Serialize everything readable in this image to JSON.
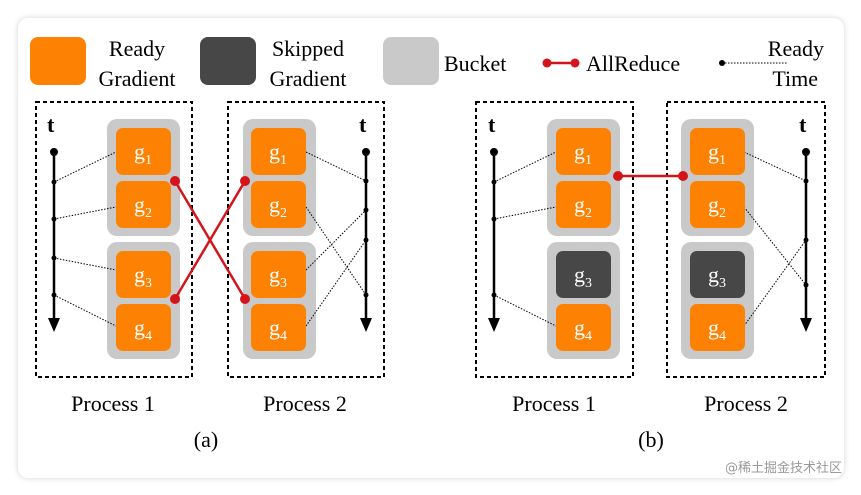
{
  "legend": {
    "ready_gradient": [
      "Ready",
      "Gradient"
    ],
    "skipped_gradient": [
      "Skipped",
      "Gradient"
    ],
    "bucket": "Bucket",
    "allreduce": "AllReduce",
    "ready_time": [
      "Ready",
      "Time"
    ]
  },
  "colors": {
    "ready": "#fd8204",
    "skipped": "#474747",
    "bucket": "#c9c9c9",
    "allreduce": "#d4141b",
    "process_border": "#000000"
  },
  "time_label": "t",
  "panels": [
    {
      "caption": "(a)",
      "processes": [
        {
          "label": "Process 1",
          "gradients": [
            {
              "name": "g",
              "sub": "1",
              "state": "ready"
            },
            {
              "name": "g",
              "sub": "2",
              "state": "ready"
            },
            {
              "name": "g",
              "sub": "3",
              "state": "ready"
            },
            {
              "name": "g",
              "sub": "4",
              "state": "ready"
            }
          ]
        },
        {
          "label": "Process 2",
          "gradients": [
            {
              "name": "g",
              "sub": "1",
              "state": "ready"
            },
            {
              "name": "g",
              "sub": "2",
              "state": "ready"
            },
            {
              "name": "g",
              "sub": "3",
              "state": "ready"
            },
            {
              "name": "g",
              "sub": "4",
              "state": "ready"
            }
          ]
        }
      ]
    },
    {
      "caption": "(b)",
      "processes": [
        {
          "label": "Process 1",
          "gradients": [
            {
              "name": "g",
              "sub": "1",
              "state": "ready"
            },
            {
              "name": "g",
              "sub": "2",
              "state": "ready"
            },
            {
              "name": "g",
              "sub": "3",
              "state": "skipped"
            },
            {
              "name": "g",
              "sub": "4",
              "state": "ready"
            }
          ]
        },
        {
          "label": "Process 2",
          "gradients": [
            {
              "name": "g",
              "sub": "1",
              "state": "ready"
            },
            {
              "name": "g",
              "sub": "2",
              "state": "ready"
            },
            {
              "name": "g",
              "sub": "3",
              "state": "skipped"
            },
            {
              "name": "g",
              "sub": "4",
              "state": "ready"
            }
          ]
        }
      ]
    }
  ],
  "watermark": "@稀土掘金技术社区"
}
